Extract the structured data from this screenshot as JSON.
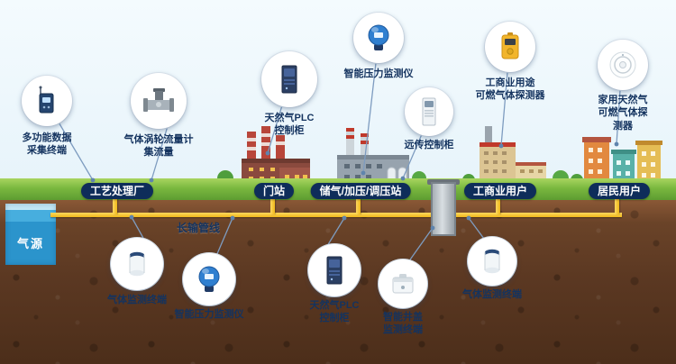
{
  "diagram": {
    "gas_source_label": "气源",
    "pipeline_label": "长输管线",
    "stations": [
      {
        "label": "工艺处理厂"
      },
      {
        "label": "门站"
      },
      {
        "label": "储气/加压/调压站"
      },
      {
        "label": "工商业用户"
      },
      {
        "label": "居民用户"
      }
    ],
    "callouts_top": [
      {
        "label": "多功能数据\n采集终端",
        "icon": "data-collection-terminal-icon"
      },
      {
        "label": "气体涡轮流量计\n集流量",
        "icon": "gas-turbine-flowmeter-icon"
      },
      {
        "label": "天然气PLC\n控制柜",
        "icon": "plc-control-cabinet-icon"
      },
      {
        "label": "智能压力监测仪",
        "icon": "smart-pressure-monitor-icon"
      },
      {
        "label": "远传控制柜",
        "icon": "remote-control-cabinet-icon"
      },
      {
        "label": "工商业用途\n可燃气体探测器",
        "icon": "commercial-gas-detector-icon"
      },
      {
        "label": "家用天然气\n可燃气体探测器",
        "icon": "household-gas-detector-icon"
      }
    ],
    "callouts_bottom": [
      {
        "label": "气体监测终端",
        "icon": "gas-monitoring-terminal-icon"
      },
      {
        "label": "智能压力监测仪",
        "icon": "smart-pressure-monitor-icon"
      },
      {
        "label": "天然气PLC\n控制柜",
        "icon": "plc-control-cabinet-icon"
      },
      {
        "label": "智能井盖\n监测终端",
        "icon": "smart-manhole-terminal-icon"
      },
      {
        "label": "气体监测终端",
        "icon": "gas-monitoring-terminal-icon"
      }
    ],
    "colors": {
      "station_pill": "#0e2d5a",
      "pipeline_yellow": "#f0b81c",
      "label_navy": "#14335f",
      "water_blue": "#2b94cc",
      "soil_brown": "#5b3822",
      "grass_green": "#7ab83f"
    }
  }
}
